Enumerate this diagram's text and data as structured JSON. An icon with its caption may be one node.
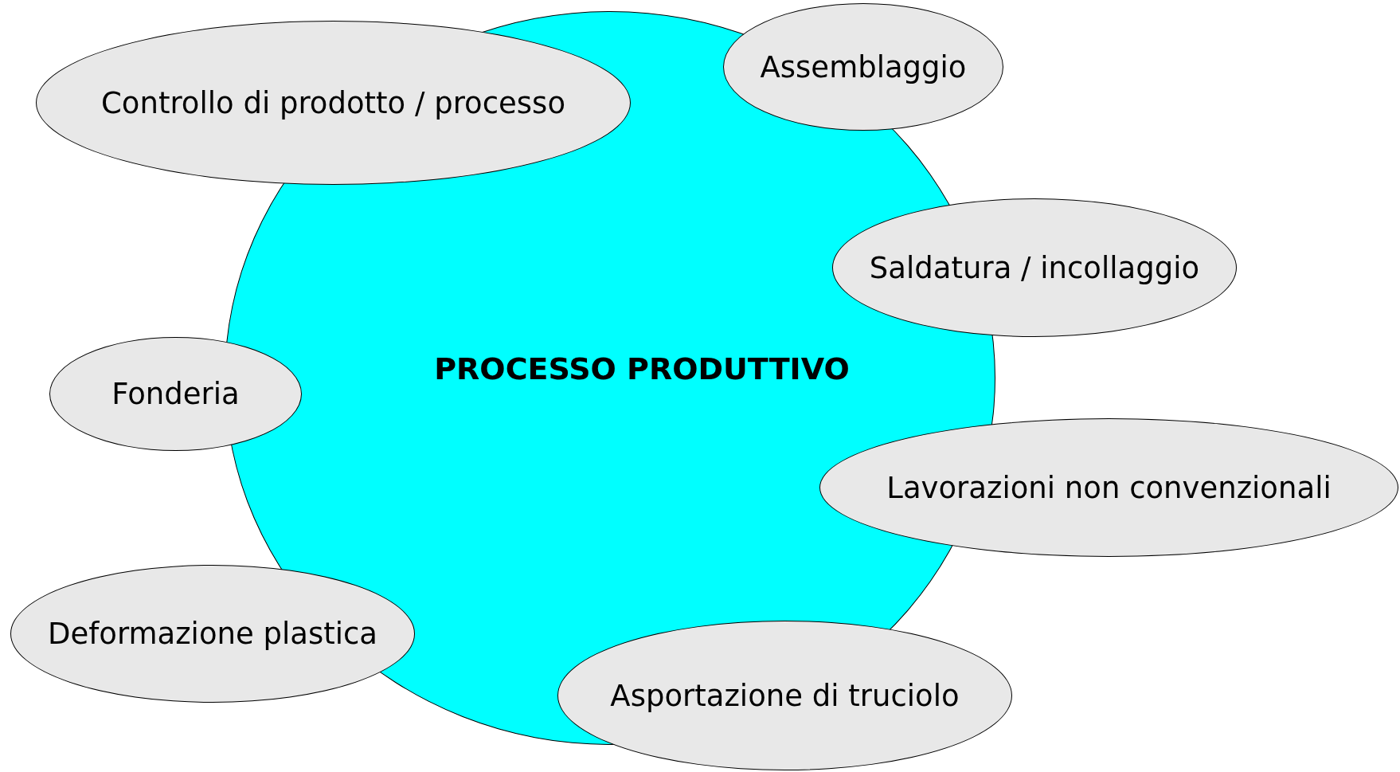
{
  "diagram": {
    "nodes": [
      {
        "text": [
          "PROCESSO PRODUTTIVO"
        ]
      },
      {
        "text": [
          "Controllo di prodotto / processo"
        ]
      },
      {
        "text": [
          "Assemblaggio"
        ]
      },
      {
        "text": [
          "Saldatura / incollaggio"
        ]
      },
      {
        "text": [
          "Fonderia"
        ]
      },
      {
        "text": [
          "Lavorazioni non convenzionali"
        ]
      },
      {
        "text": [
          "Deformazione plastica"
        ]
      },
      {
        "text": [
          "Asportazione di truciolo"
        ]
      }
    ],
    "edges": []
  }
}
